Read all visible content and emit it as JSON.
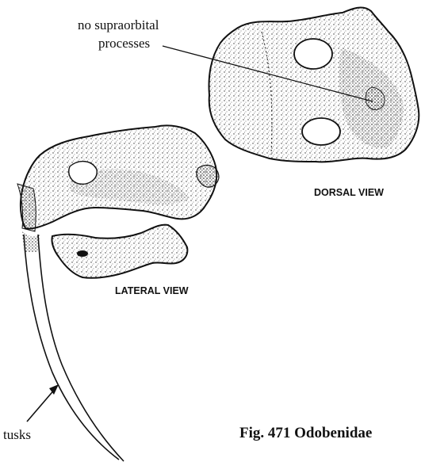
{
  "labels": {
    "supraorbital_line1": "no supraorbital",
    "supraorbital_line2": "processes",
    "dorsal_view": "DORSAL VIEW",
    "lateral_view": "LATERAL VIEW",
    "tusks": "tusks",
    "figure_caption": "Fig. 471 Odobenidae"
  },
  "colors": {
    "ink": "#111111",
    "stipple": "#3a3a3a",
    "paper": "#ffffff"
  }
}
